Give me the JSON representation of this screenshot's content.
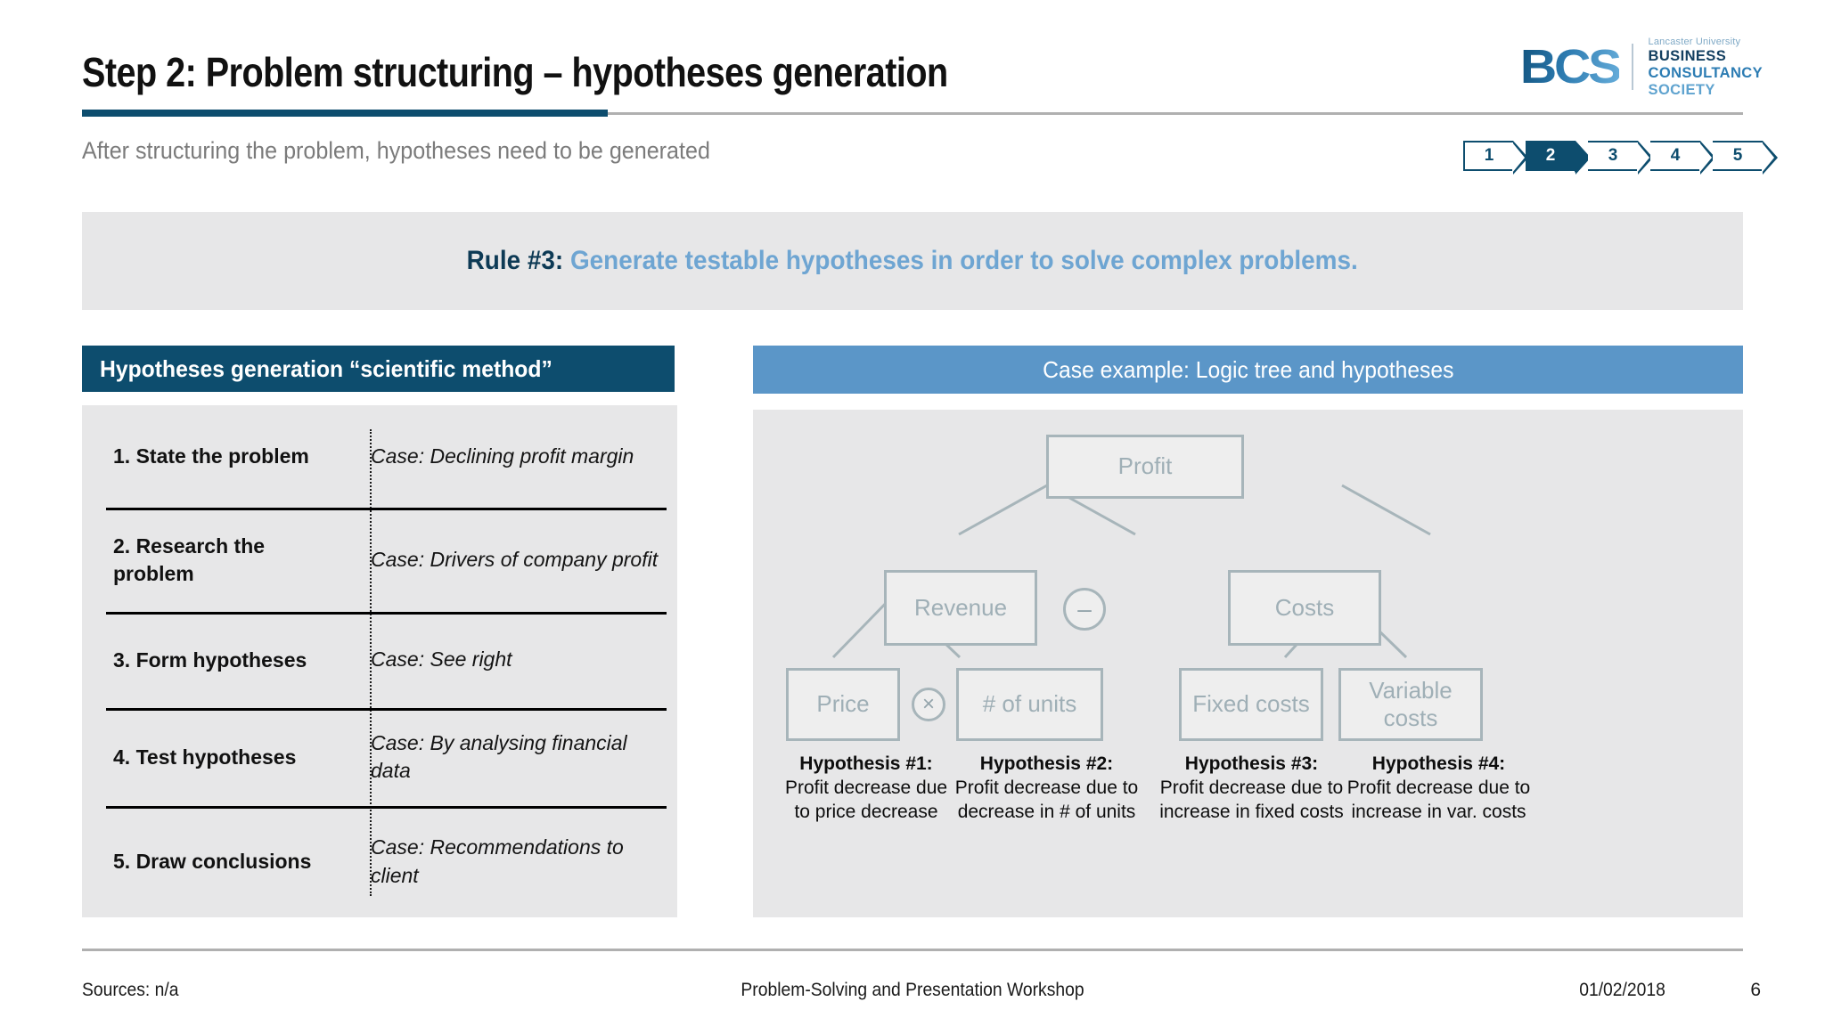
{
  "header": {
    "title": "Step 2: Problem structuring – hypotheses generation",
    "subtitle": "After structuring the problem, hypotheses need to be generated",
    "accent_color": "#0d4d6e"
  },
  "logo": {
    "mark": "BCS",
    "university": "Lancaster University",
    "line1": "BUSINESS",
    "line2": "CONSULTANCY",
    "line3": "SOCIETY"
  },
  "steps": {
    "items": [
      "1",
      "2",
      "3",
      "4",
      "5"
    ],
    "active_index": 1,
    "active_color": "#0d4d6e"
  },
  "rule_banner": {
    "label": "Rule #3:",
    "text": "Generate testable hypotheses in order to solve complex problems.",
    "label_color": "#0d3a55",
    "text_color": "#6ea5d2",
    "background": "#e7e7e8"
  },
  "left_panel": {
    "header": "Hypotheses generation “scientific method”",
    "header_color": "#0d4d6e",
    "rows": [
      {
        "step": "1. State the problem",
        "case": "Case: Declining profit margin"
      },
      {
        "step": "2. Research the problem",
        "case": "Case: Drivers of company profit"
      },
      {
        "step": "3. Form hypotheses",
        "case": "Case: See right"
      },
      {
        "step": "4. Test hypotheses",
        "case": "Case: By analysing financial data"
      },
      {
        "step": "5. Draw conclusions",
        "case": "Case: Recommendations to client"
      }
    ]
  },
  "right_panel": {
    "header": "Case example: Logic tree and hypotheses",
    "header_color": "#5b96c8",
    "tree": {
      "root": "Profit",
      "level2": {
        "left": "Revenue",
        "right": "Costs",
        "operator": "–"
      },
      "level3": {
        "revenue_left": "Price",
        "revenue_right": "# of units",
        "revenue_operator": "×",
        "costs_left": "Fixed costs",
        "costs_right": "Variable costs"
      },
      "node_border_color": "#a7b5ba",
      "node_text_color": "#9fafb6"
    },
    "hypotheses": [
      {
        "title": "Hypothesis #1:",
        "line1": "Profit decrease due",
        "line2": "to price decrease"
      },
      {
        "title": "Hypothesis #2:",
        "line1": "Profit decrease due to",
        "line2": "decrease in # of units"
      },
      {
        "title": "Hypothesis #3:",
        "line1": "Profit decrease due to",
        "line2": "increase in fixed costs"
      },
      {
        "title": "Hypothesis #4:",
        "line1": "Profit decrease due to",
        "line2": "increase in var. costs"
      }
    ]
  },
  "footer": {
    "sources": "Sources: n/a",
    "center": "Problem-Solving and Presentation Workshop",
    "date": "01/02/2018",
    "page": "6"
  }
}
